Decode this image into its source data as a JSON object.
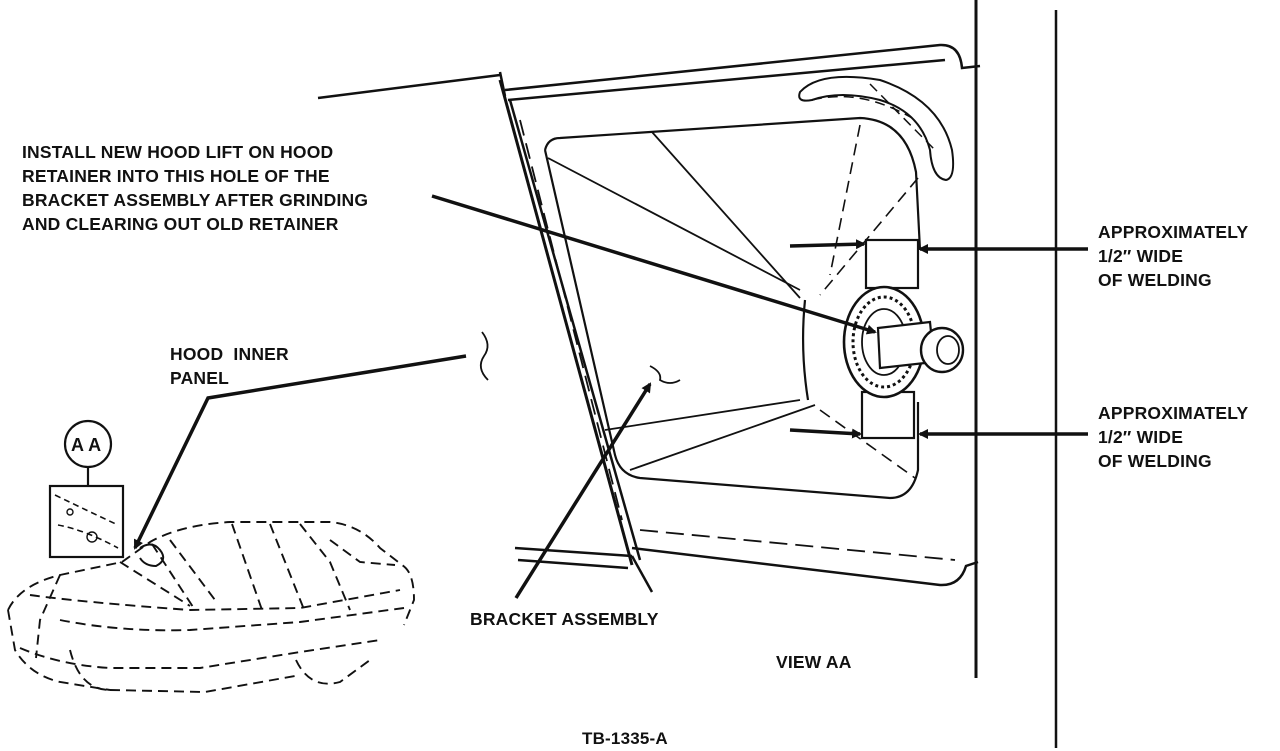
{
  "callouts": {
    "install": {
      "lines": [
        "INSTALL NEW HOOD LIFT ON HOOD",
        "RETAINER INTO THIS HOLE OF THE",
        "BRACKET ASSEMBLY AFTER GRINDING",
        "AND CLEARING OUT OLD RETAINER"
      ]
    },
    "hood_inner_panel": {
      "lines": [
        "HOOD  INNER",
        "PANEL"
      ]
    },
    "weld_top": {
      "lines": [
        "APPROXIMATELY",
        "1/2″ WIDE",
        "OF WELDING"
      ]
    },
    "weld_bottom": {
      "lines": [
        "APPROXIMATELY",
        "1/2″ WIDE",
        "OF WELDING"
      ]
    },
    "bracket_assembly": "BRACKET ASSEMBLY"
  },
  "view_circle_label": "A A",
  "view_label": "VIEW AA",
  "figure_id": "TB-1335-A",
  "colors": {
    "ink": "#111111",
    "paper": "#ffffff"
  }
}
